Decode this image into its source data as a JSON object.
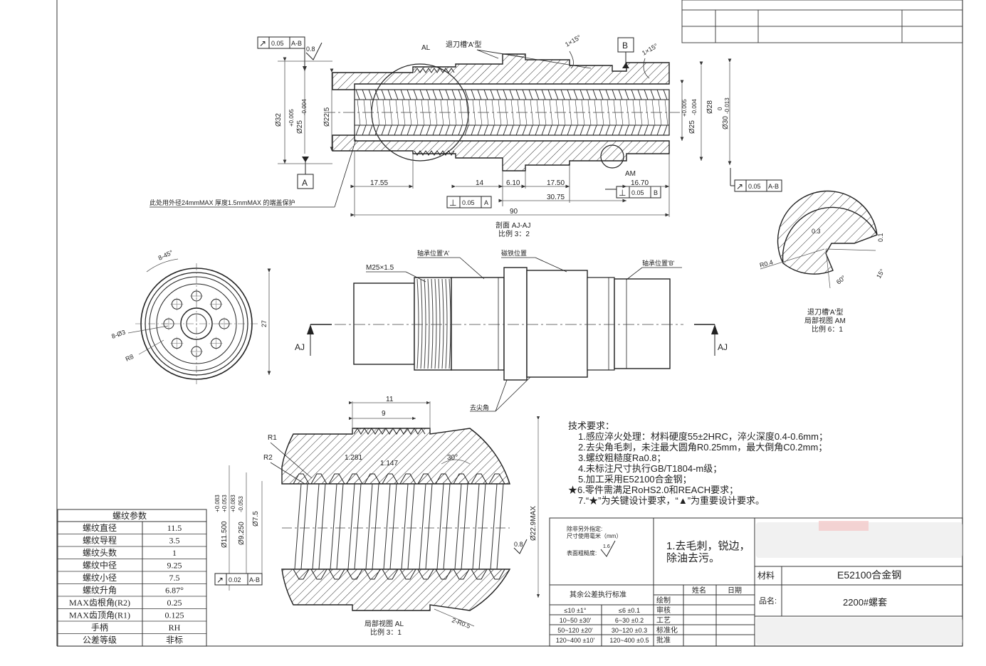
{
  "section_view": {
    "title": "剖面 AJ-AJ",
    "scale": "比例 3：2",
    "relief_groove_label": "退刀槽'A'型",
    "label_al": "AL",
    "label_am": "AM",
    "datum_a": "A",
    "datum_b": "B",
    "note_cap": "此处用外径24mmMAX 厚度1.5mmMAX 的端盖保护",
    "fcf_runout_left": {
      "symbol": "↗",
      "value": "0.05",
      "datum": "A-B"
    },
    "fcf_runout_right": {
      "symbol": "↗",
      "value": "0.05",
      "datum": "A-B"
    },
    "fcf_perp_a": {
      "symbol": "⊥",
      "value": "0.05",
      "datum": "A"
    },
    "fcf_perp_b": {
      "symbol": "⊥",
      "value": "0.05",
      "datum": "B"
    },
    "roughness": "0.8",
    "angle_1": "1×15°",
    "angle_2": "1×15°",
    "dims": {
      "d32": "Ø32",
      "d25_left": "Ø25",
      "d25_left_tol_upper": "+0.005",
      "d25_left_tol_lower": "-0.004",
      "d22_5": "Ø22.5",
      "d25_right": "Ø25",
      "d25_right_tol_upper": "+0.005",
      "d25_right_tol_lower": "-0.004",
      "d28": "Ø28",
      "d30": "Ø30",
      "d30_tol_upper": "0",
      "d30_tol_lower": "-0.013",
      "l17_55": "17.55",
      "l14": "14",
      "l6_10": "6.10",
      "l17_50": "17.50",
      "l16_70": "16.70",
      "l30_75": "30.75",
      "l90": "90"
    }
  },
  "end_view": {
    "angle": "8-45°",
    "holes": "8-Ø3",
    "radius": "R8",
    "dim_27": "27"
  },
  "side_view": {
    "thread": "M25×1.5",
    "bearing_a": "轴承位置'A'",
    "magnet": "磁铁位置",
    "bearing_b": "轴承位置'B'",
    "sharp_corner": "去尖角",
    "section_left": "AJ",
    "section_right": "AJ"
  },
  "detail_am": {
    "title": "退刀槽'A'型",
    "subtitle": "局部视图 AM",
    "scale": "比例 6：1",
    "r04": "R0.4",
    "d03": "0.3",
    "d01": "0.1",
    "a60": "60°",
    "a15": "15°"
  },
  "detail_al": {
    "title": "局部视图 AL",
    "scale": "比例 3：1",
    "r1": "R1",
    "r2": "R2",
    "l11": "11",
    "l9": "9",
    "p1_281": "1.281",
    "p1_147": "1.147",
    "a30": "30°",
    "d11_5": "Ø11.500",
    "d11_5_tol_upper": "+0.083",
    "d11_5_tol_lower": "+0.053",
    "d9_25": "Ø9.250",
    "d9_25_tol_upper": "+0.083",
    "d9_25_tol_lower": "-0.053",
    "d7_5": "Ø7.5",
    "d22_9": "Ø22.9MAX",
    "roughness": "0.8",
    "r2_80_5": "2-R0.5",
    "fcf": {
      "symbol": "↗",
      "value": "0.02",
      "datum": "A-B"
    }
  },
  "tech_requirements": {
    "heading": "技术要求：",
    "items": [
      "1.感应淬火处理：材料硬度55±2HRC，淬火深度0.4-0.6mm；",
      "2.去尖角毛刺，未注最大圆角R0.25mm，最大倒角C0.2mm；",
      "3.螺纹粗糙度Ra0.8；",
      "4.未标注尺寸执行GB/T1804-m级；",
      "5.加工采用E52100合金钢；",
      "★6.零件需满足RoHS2.0和REACH要求；",
      "7.“★”为关键设计要求，“▲”为重要设计要求。"
    ]
  },
  "thread_params": {
    "title": "螺纹参数",
    "rows": [
      {
        "label": "螺纹直径",
        "value": "11.5"
      },
      {
        "label": "螺纹导程",
        "value": "3.5"
      },
      {
        "label": "螺纹头数",
        "value": "1"
      },
      {
        "label": "螺纹中径",
        "value": "9.25"
      },
      {
        "label": "螺纹小径",
        "value": "7.5"
      },
      {
        "label": "螺纹升角",
        "value": "6.87°"
      },
      {
        "label": "MAX齿根角(R2)",
        "value": "0.25"
      },
      {
        "label": "MAX齿顶角(R1)",
        "value": "0.125"
      },
      {
        "label": "手柄",
        "value": "RH"
      },
      {
        "label": "公差等级",
        "value": "非标"
      }
    ]
  },
  "title_block": {
    "unit_note_1": "除非另外指定:",
    "unit_note_2": "尺寸使用毫米（mm）",
    "roughness_label": "表面粗糙度:",
    "roughness_value": "1.6",
    "note_1": "1.去毛刺，锐边，",
    "note_2": "除油去污。",
    "material_label": "材料",
    "material_value": "E52100合金钢",
    "part_label": "品名:",
    "part_value": "2200#螺套",
    "tol_title": "其余公差执行标准",
    "tol_rows": [
      [
        "≤10 ±1°",
        "≤6 ±0.1"
      ],
      [
        "10~50 ±30'",
        "6~30 ±0.2"
      ],
      [
        "50~120 ±20'",
        "30~120 ±0.3"
      ],
      [
        "120~400 ±10'",
        "120~400 ±0.5"
      ]
    ],
    "col_name": "姓名",
    "col_date": "日期",
    "roles": [
      "绘制",
      "审核",
      "工艺",
      "标准化",
      "批准"
    ]
  }
}
